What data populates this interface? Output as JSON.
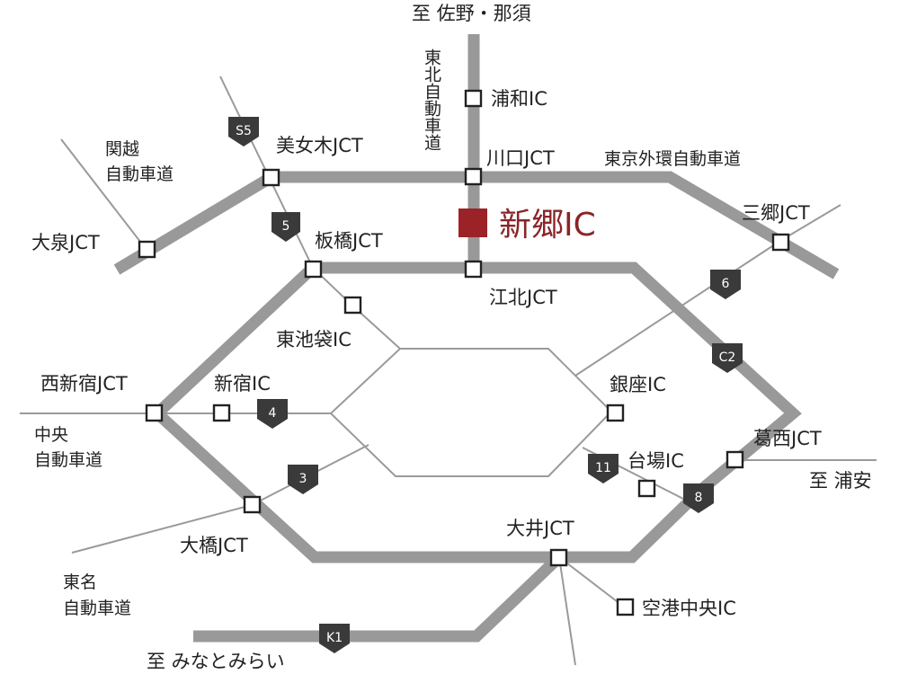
{
  "map": {
    "highlight": {
      "label": "新郷IC",
      "color": "#9b2226"
    },
    "colors": {
      "road": "#999999",
      "shield": "#3a3a3a",
      "node_border": "#222222"
    },
    "directions": {
      "north": "至 佐野・那須",
      "east": "至 浦安",
      "south": "至 みなとみらい"
    },
    "expressways": {
      "tohoku": "東北自動車道",
      "kanetsu": "関越自動車道",
      "chuo": "中央自動車道",
      "tomei": "東名自動車道",
      "gaikan": "東京外環自動車道"
    },
    "nodes": {
      "urawa": "浦和IC",
      "kawaguchi": "川口JCT",
      "bijogi": "美女木JCT",
      "oizumi": "大泉JCT",
      "itabashi": "板橋JCT",
      "kohoku": "江北JCT",
      "misato": "三郷JCT",
      "higashiikebukuro": "東池袋IC",
      "nishishinjuku": "西新宿JCT",
      "shinjuku": "新宿IC",
      "ginza": "銀座IC",
      "kasai": "葛西JCT",
      "daiba": "台場IC",
      "ohashi": "大橋JCT",
      "oi": "大井JCT",
      "airport": "空港中央IC"
    },
    "routes": {
      "s5": "S5",
      "r5": "5",
      "r6": "6",
      "c2": "C2",
      "r4": "4",
      "r3": "3",
      "r11": "11",
      "r8": "8",
      "k1": "K1"
    }
  }
}
